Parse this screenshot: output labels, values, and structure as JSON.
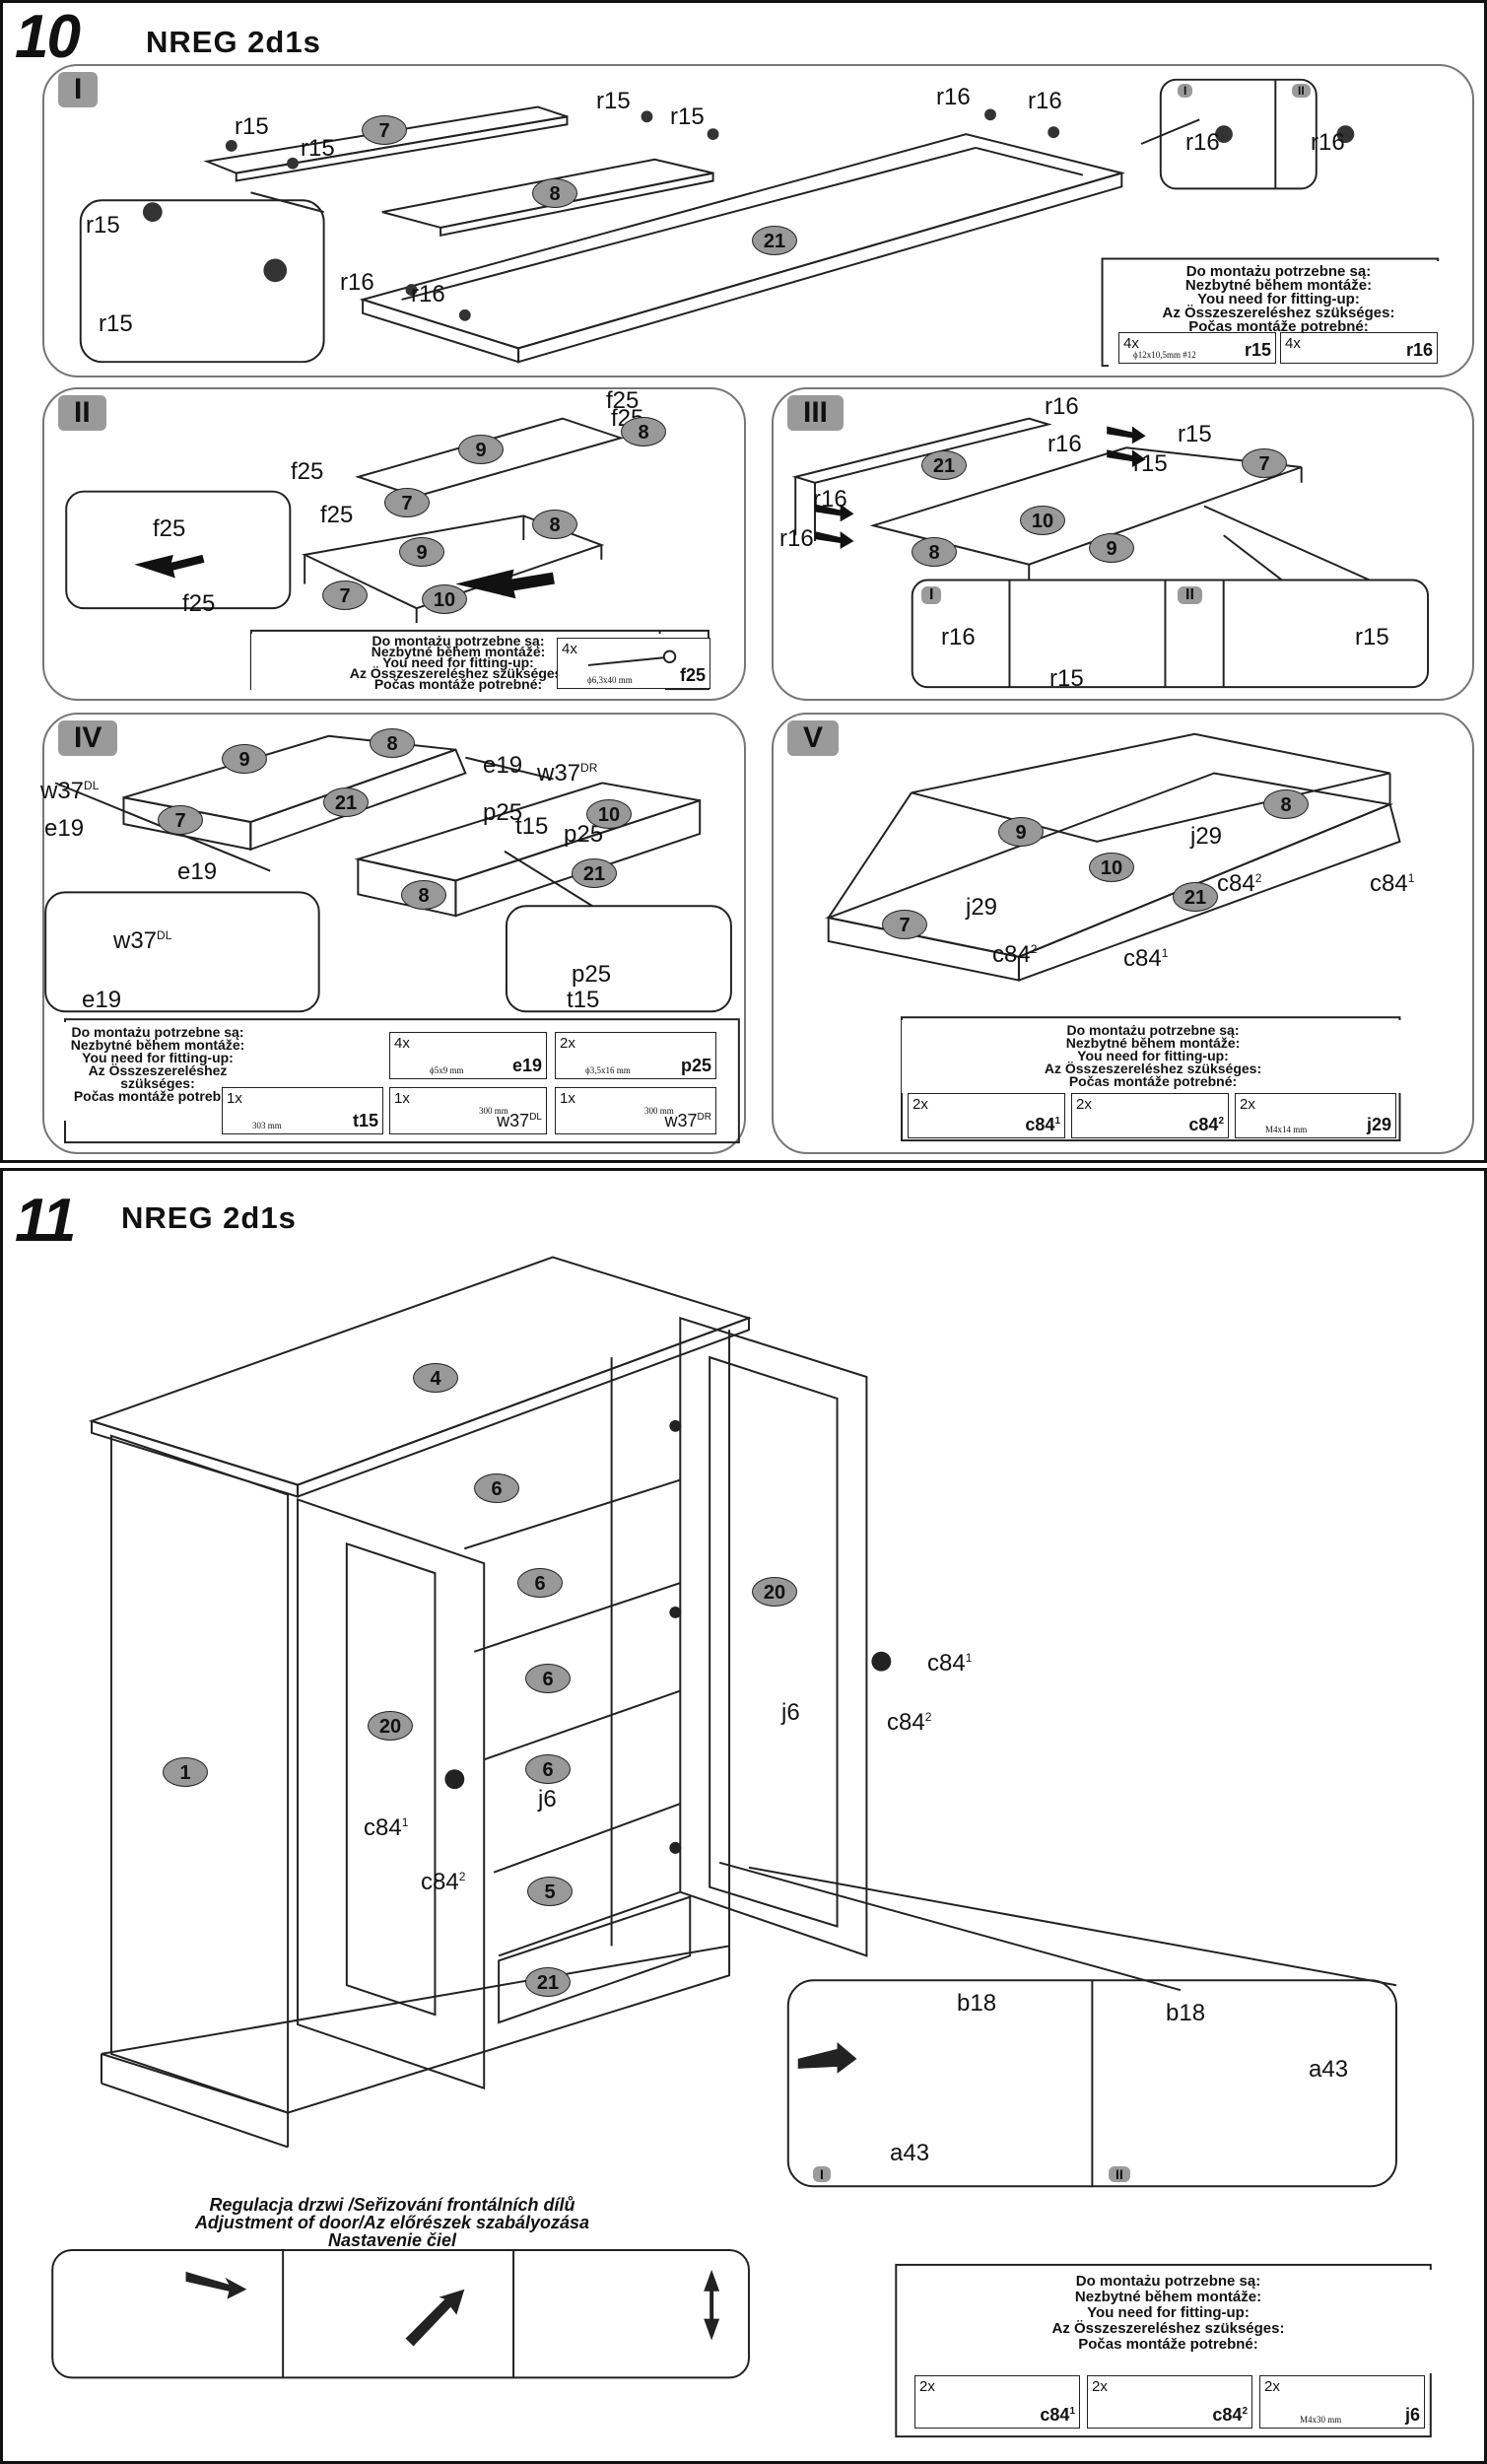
{
  "sheet10": {
    "step": "10",
    "model": "NREG 2d1s",
    "steps": [
      {
        "roman": "I"
      },
      {
        "roman": "II"
      },
      {
        "roman": "III"
      },
      {
        "roman": "IV"
      },
      {
        "roman": "V"
      }
    ],
    "detail_romans": [
      "I",
      "II"
    ],
    "need_lines": [
      "Do montażu potrzebne są:",
      "Nezbytné během montáže:",
      "You need for fitting-up:",
      "Az Összeszereléshez szükséges:",
      "Počas montáže potrebné:"
    ],
    "step1": {
      "labels": {
        "r15": "r15",
        "r16": "r16"
      },
      "parts": [
        "7",
        "8",
        "21"
      ],
      "hardware": [
        {
          "qty": "4x",
          "dim": "ϕ12x10,5mm #12",
          "code": "r15"
        },
        {
          "qty": "4x",
          "dim": "",
          "code": "r16"
        }
      ]
    },
    "step2": {
      "labels": {
        "f25": "f25"
      },
      "parts": [
        "9",
        "8",
        "7",
        "9",
        "8",
        "7",
        "10"
      ],
      "hardware": [
        {
          "qty": "4x",
          "dim": "ϕ6,3x40 mm",
          "code": "f25"
        }
      ]
    },
    "step3": {
      "labels": {
        "r16": "r16",
        "r15": "r15"
      },
      "parts": [
        "21",
        "7",
        "10",
        "8",
        "9"
      ]
    },
    "step4": {
      "labels": {
        "w37dl": "w37",
        "dl": "DL",
        "w37dr": "w37",
        "dr": "DR",
        "e19": "e19",
        "p25": "p25",
        "t15": "t15"
      },
      "parts": [
        "9",
        "8",
        "21",
        "7",
        "10",
        "21",
        "8"
      ],
      "hardware": [
        {
          "qty": "4x",
          "dim": "ϕ5x9 mm",
          "code": "e19"
        },
        {
          "qty": "2x",
          "dim": "ϕ3,5x16 mm",
          "code": "p25"
        },
        {
          "qty": "1x",
          "dim": "303 mm",
          "code": "t15"
        },
        {
          "qty": "1x",
          "dim": "300 mm",
          "code": "w37",
          "sup": "DL"
        },
        {
          "qty": "1x",
          "dim": "300 mm",
          "code": "w37",
          "sup": "DR"
        }
      ]
    },
    "step5": {
      "labels": {
        "j29": "j29",
        "c84": "c84",
        "sup1": "1",
        "sup2": "2"
      },
      "parts": [
        "9",
        "8",
        "10",
        "21",
        "7"
      ],
      "hardware": [
        {
          "qty": "2x",
          "dim": "",
          "code": "c84",
          "sup": "1"
        },
        {
          "qty": "2x",
          "dim": "",
          "code": "c84",
          "sup": "2"
        },
        {
          "qty": "2x",
          "dim": "M4x14 mm",
          "code": "j29"
        }
      ]
    }
  },
  "sheet11": {
    "step": "11",
    "model": "NREG 2d1s",
    "parts": [
      "4",
      "6",
      "6",
      "6",
      "6",
      "5",
      "21",
      "1",
      "20",
      "20"
    ],
    "labels": {
      "c84": "c84",
      "sup1": "1",
      "sup2": "2",
      "j6": "j6",
      "b18": "b18",
      "a43": "a43"
    },
    "detail_romans": [
      "I",
      "II"
    ],
    "adjust_title": [
      "Regulacja drzwi /Seřizování frontálních dílů",
      "Adjustment of door/Az előrészek szabályozása",
      "Nastavenie čiel"
    ],
    "need_lines": [
      "Do montażu potrzebne są:",
      "Nezbytné během montáže:",
      "You need for fitting-up:",
      "Az Összeszereléshez szükséges:",
      "Počas montáže potrebné:"
    ],
    "hardware": [
      {
        "qty": "2x",
        "dim": "",
        "code": "c84",
        "sup": "1"
      },
      {
        "qty": "2x",
        "dim": "",
        "code": "c84",
        "sup": "2"
      },
      {
        "qty": "2x",
        "dim": "M4x30 mm",
        "code": "j6"
      }
    ]
  }
}
